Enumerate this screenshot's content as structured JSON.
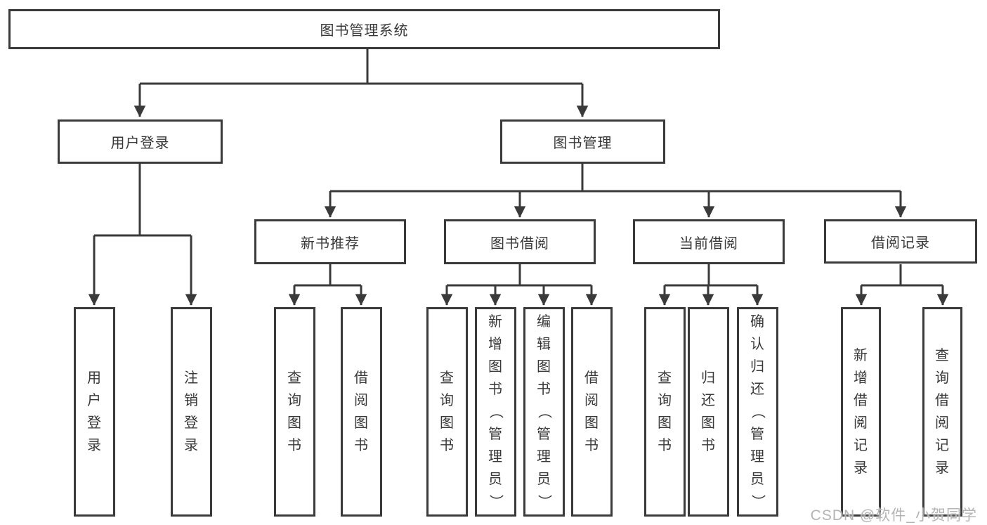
{
  "title": {
    "label": "图书管理系统"
  },
  "nodes": {
    "user_login": {
      "label": "用户登录"
    },
    "book_mgmt": {
      "label": "图书管理"
    },
    "new_book_rec": {
      "label": "新书推荐"
    },
    "book_borrow": {
      "label": "图书借阅"
    },
    "current_borrow": {
      "label": "当前借阅"
    },
    "borrow_records": {
      "label": "借阅记录"
    },
    "leaf_user_login": {
      "label": "用户登录"
    },
    "leaf_logout": {
      "label": "注销登录"
    },
    "leaf_rec_query_book": {
      "label": "查询图书"
    },
    "leaf_rec_borrow_book": {
      "label": "借阅图书"
    },
    "leaf_bb_query_book": {
      "label": "查询图书"
    },
    "leaf_bb_add_book": {
      "label": "新增图书（管理员）"
    },
    "leaf_bb_edit_book": {
      "label": "编辑图书（管理员）"
    },
    "leaf_bb_borrow_book": {
      "label": "借阅图书"
    },
    "leaf_cb_query_book": {
      "label": "查询图书"
    },
    "leaf_cb_return_book": {
      "label": "归还图书"
    },
    "leaf_cb_confirm_return": {
      "label": "确认归还（管理员）"
    },
    "leaf_br_add_record": {
      "label": "新增借阅记录"
    },
    "leaf_br_query_record": {
      "label": "查询借阅记录"
    }
  },
  "watermark": {
    "text": "CSDN @软件_小贺同学"
  },
  "colors": {
    "line": "#3a3a3a",
    "text": "#383838",
    "watermark": "#b4b4b4"
  }
}
